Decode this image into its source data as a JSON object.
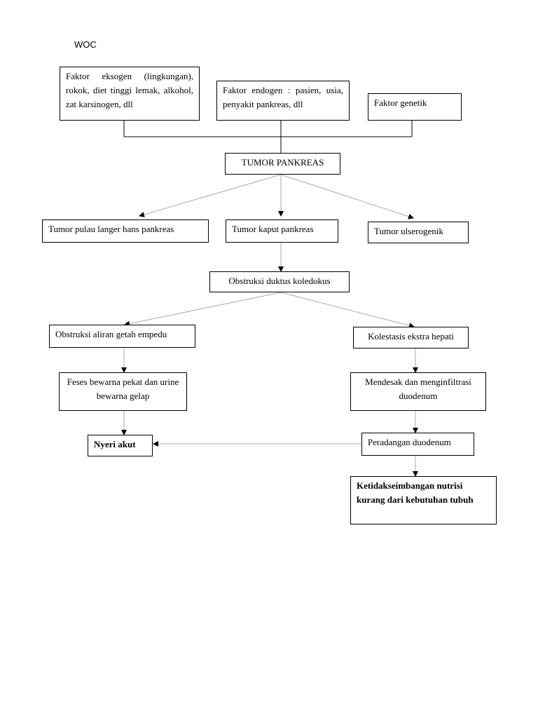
{
  "title": "WOC",
  "nodes": {
    "faktor_eksogen": "Faktor eksogen (lingkungan), rokok, diet tinggi lemak, alkohol, zat karsinogen, dll",
    "faktor_endogen": "Faktor endogen : pasien, usia, penyakit pankreas, dll",
    "faktor_genetik": "Faktor genetik",
    "tumor_pankreas": "TUMOR PANKREAS",
    "tumor_pulau_langer": "Tumor pulau langer hans pankreas",
    "tumor_kaput": "Tumor kaput pankreas",
    "tumor_ulserogenik": "Tumor ulserogenik",
    "obstruksi_duktus": "Obstruksi duktus koledokus",
    "obstruksi_aliran": "Obstruksi aliran getah empedu",
    "kolestasis": "Kolestasis ekstra hepati",
    "feses": "Feses bewarna pekat dan urine bewarna gelap",
    "mendesak": "Mendesak dan menginfiltrasi duodenum",
    "nyeri_akut": "Nyeri akut",
    "peradangan": "Peradangan duodenum",
    "ketidakseimbangan": "Ketidakseimbangan nutrisi kurang dari kebutuhan tubuh"
  },
  "edges": [
    {
      "from": "faktor_eksogen",
      "to": "tumor_pankreas"
    },
    {
      "from": "faktor_endogen",
      "to": "tumor_pankreas"
    },
    {
      "from": "faktor_genetik",
      "to": "tumor_pankreas"
    },
    {
      "from": "tumor_pankreas",
      "to": "tumor_pulau_langer"
    },
    {
      "from": "tumor_pankreas",
      "to": "tumor_kaput"
    },
    {
      "from": "tumor_pankreas",
      "to": "tumor_ulserogenik"
    },
    {
      "from": "tumor_kaput",
      "to": "obstruksi_duktus"
    },
    {
      "from": "obstruksi_duktus",
      "to": "obstruksi_aliran"
    },
    {
      "from": "obstruksi_duktus",
      "to": "kolestasis"
    },
    {
      "from": "obstruksi_aliran",
      "to": "feses"
    },
    {
      "from": "feses",
      "to": "nyeri_akut"
    },
    {
      "from": "kolestasis",
      "to": "mendesak"
    },
    {
      "from": "mendesak",
      "to": "peradangan"
    },
    {
      "from": "peradangan",
      "to": "nyeri_akut"
    },
    {
      "from": "peradangan",
      "to": "ketidakseimbangan"
    }
  ]
}
